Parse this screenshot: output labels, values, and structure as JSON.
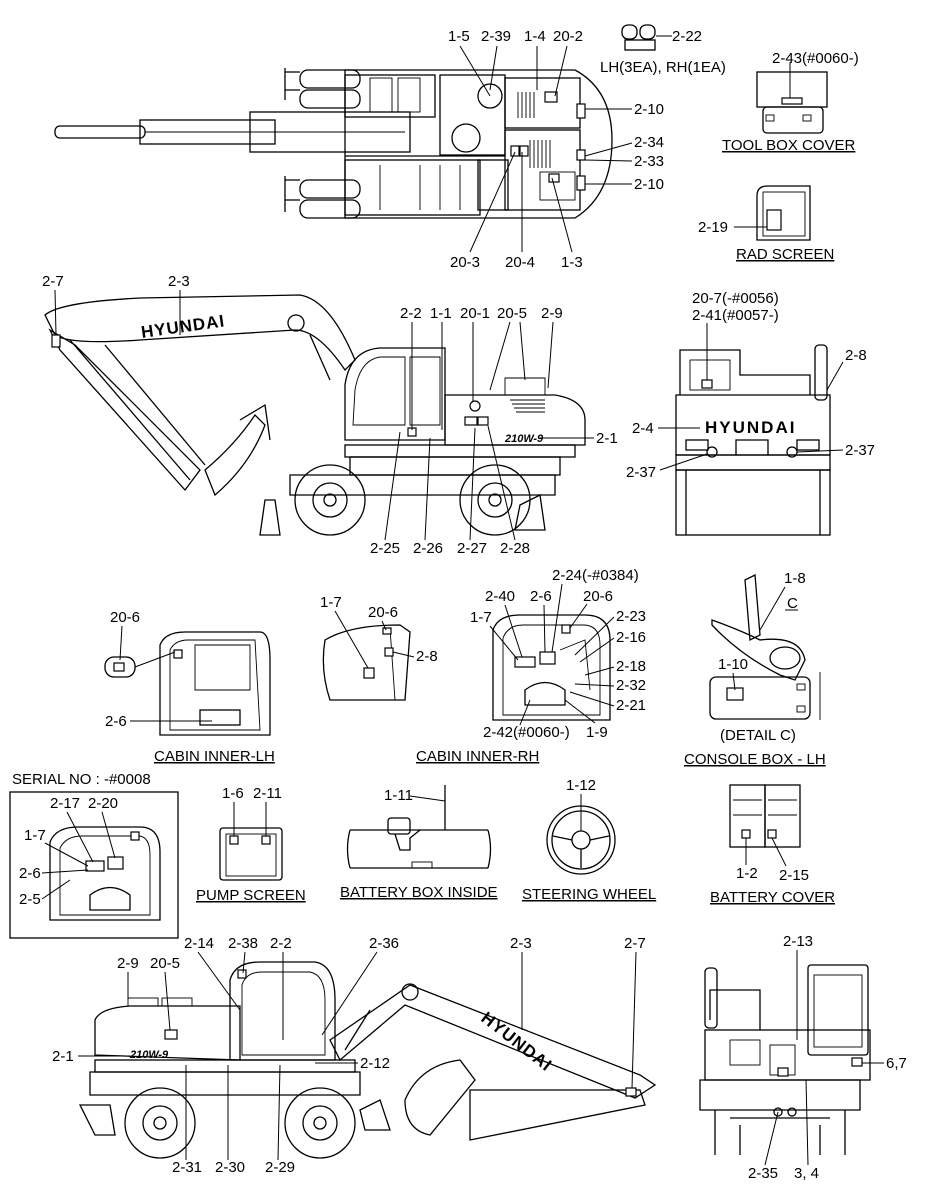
{
  "labels": {
    "l_2_22": "2-22",
    "l_lhrh": "LH(3EA), RH(1EA)",
    "l_1_5": "1-5",
    "l_2_39": "2-39",
    "l_1_4": "1-4",
    "l_20_2": "20-2",
    "l_2_10a": "2-10",
    "l_2_34": "2-34",
    "l_2_33": "2-33",
    "l_2_10b": "2-10",
    "l_20_3": "20-3",
    "l_20_4": "20-4",
    "l_1_3": "1-3",
    "l_2_43": "2-43(#0060-)",
    "cap_toolbox": "TOOL BOX COVER",
    "l_2_19": "2-19",
    "cap_rad": "RAD SCREEN",
    "l_2_7a": "2-7",
    "l_2_3a": "2-3",
    "l_2_2a": "2-2",
    "l_1_1": "1-1",
    "l_20_1": "20-1",
    "l_20_5a": "20-5",
    "l_2_9a": "2-9",
    "l_2_1a": "2-1",
    "l_2_25": "2-25",
    "l_2_26": "2-26",
    "l_2_27": "2-27",
    "l_2_28": "2-28",
    "l_20_7": "20-7(-#0056)",
    "l_2_41": "2-41(#0057-)",
    "l_2_8a": "2-8",
    "l_2_4": "2-4",
    "l_2_37a": "2-37",
    "l_2_37b": "2-37",
    "l_20_6a": "20-6",
    "l_2_6a": "2-6",
    "cap_cabin_lh": "CABIN INNER-LH",
    "l_1_7a": "1-7",
    "l_20_6b": "20-6",
    "l_2_8b": "2-8",
    "l_2_24": "2-24(-#0384)",
    "l_2_40": "2-40",
    "l_2_6b": "2-6",
    "l_20_6c": "20-6",
    "l_1_7b": "1-7",
    "l_2_23": "2-23",
    "l_2_16": "2-16",
    "l_2_18": "2-18",
    "l_2_32": "2-32",
    "l_2_21": "2-21",
    "l_2_42": "2-42(#0060-)",
    "l_1_9": "1-9",
    "cap_cabin_rh": "CABIN INNER-RH",
    "l_1_8": "1-8",
    "l_c": "C",
    "l_1_10": "1-10",
    "l_detail_c": "(DETAIL C)",
    "cap_console": "CONSOLE BOX - LH",
    "serial": "SERIAL NO : -#0008",
    "l_2_17": "2-17",
    "l_2_20": "2-20",
    "l_1_7c": "1-7",
    "l_2_6c": "2-6",
    "l_2_5": "2-5",
    "l_1_6": "1-6",
    "l_2_11": "2-11",
    "cap_pump": "PUMP SCREEN",
    "l_1_11": "1-11",
    "cap_battery_box": "BATTERY BOX INSIDE",
    "l_1_12": "1-12",
    "cap_steering": "STEERING WHEEL",
    "l_1_2": "1-2",
    "l_2_15": "2-15",
    "cap_battery_cover": "BATTERY COVER",
    "l_2_14": "2-14",
    "l_2_38": "2-38",
    "l_2_2b": "2-2",
    "l_2_36": "2-36",
    "l_2_3b": "2-3",
    "l_2_7b": "2-7",
    "l_2_9b": "2-9",
    "l_20_5b": "20-5",
    "l_2_1b": "2-1",
    "l_2_12": "2-12",
    "l_2_31": "2-31",
    "l_2_30": "2-30",
    "l_2_29": "2-29",
    "l_2_13": "2-13",
    "l_6_7": "6,7",
    "l_2_35": "2-35",
    "l_3_4": "3, 4",
    "brand_boom_top": "HYUNDAI",
    "brand_rear": "HYUNDAI",
    "brand_boom_bottom": "HYUNDAI",
    "model_top": "210W-9",
    "model_bottom": "210W-9"
  }
}
